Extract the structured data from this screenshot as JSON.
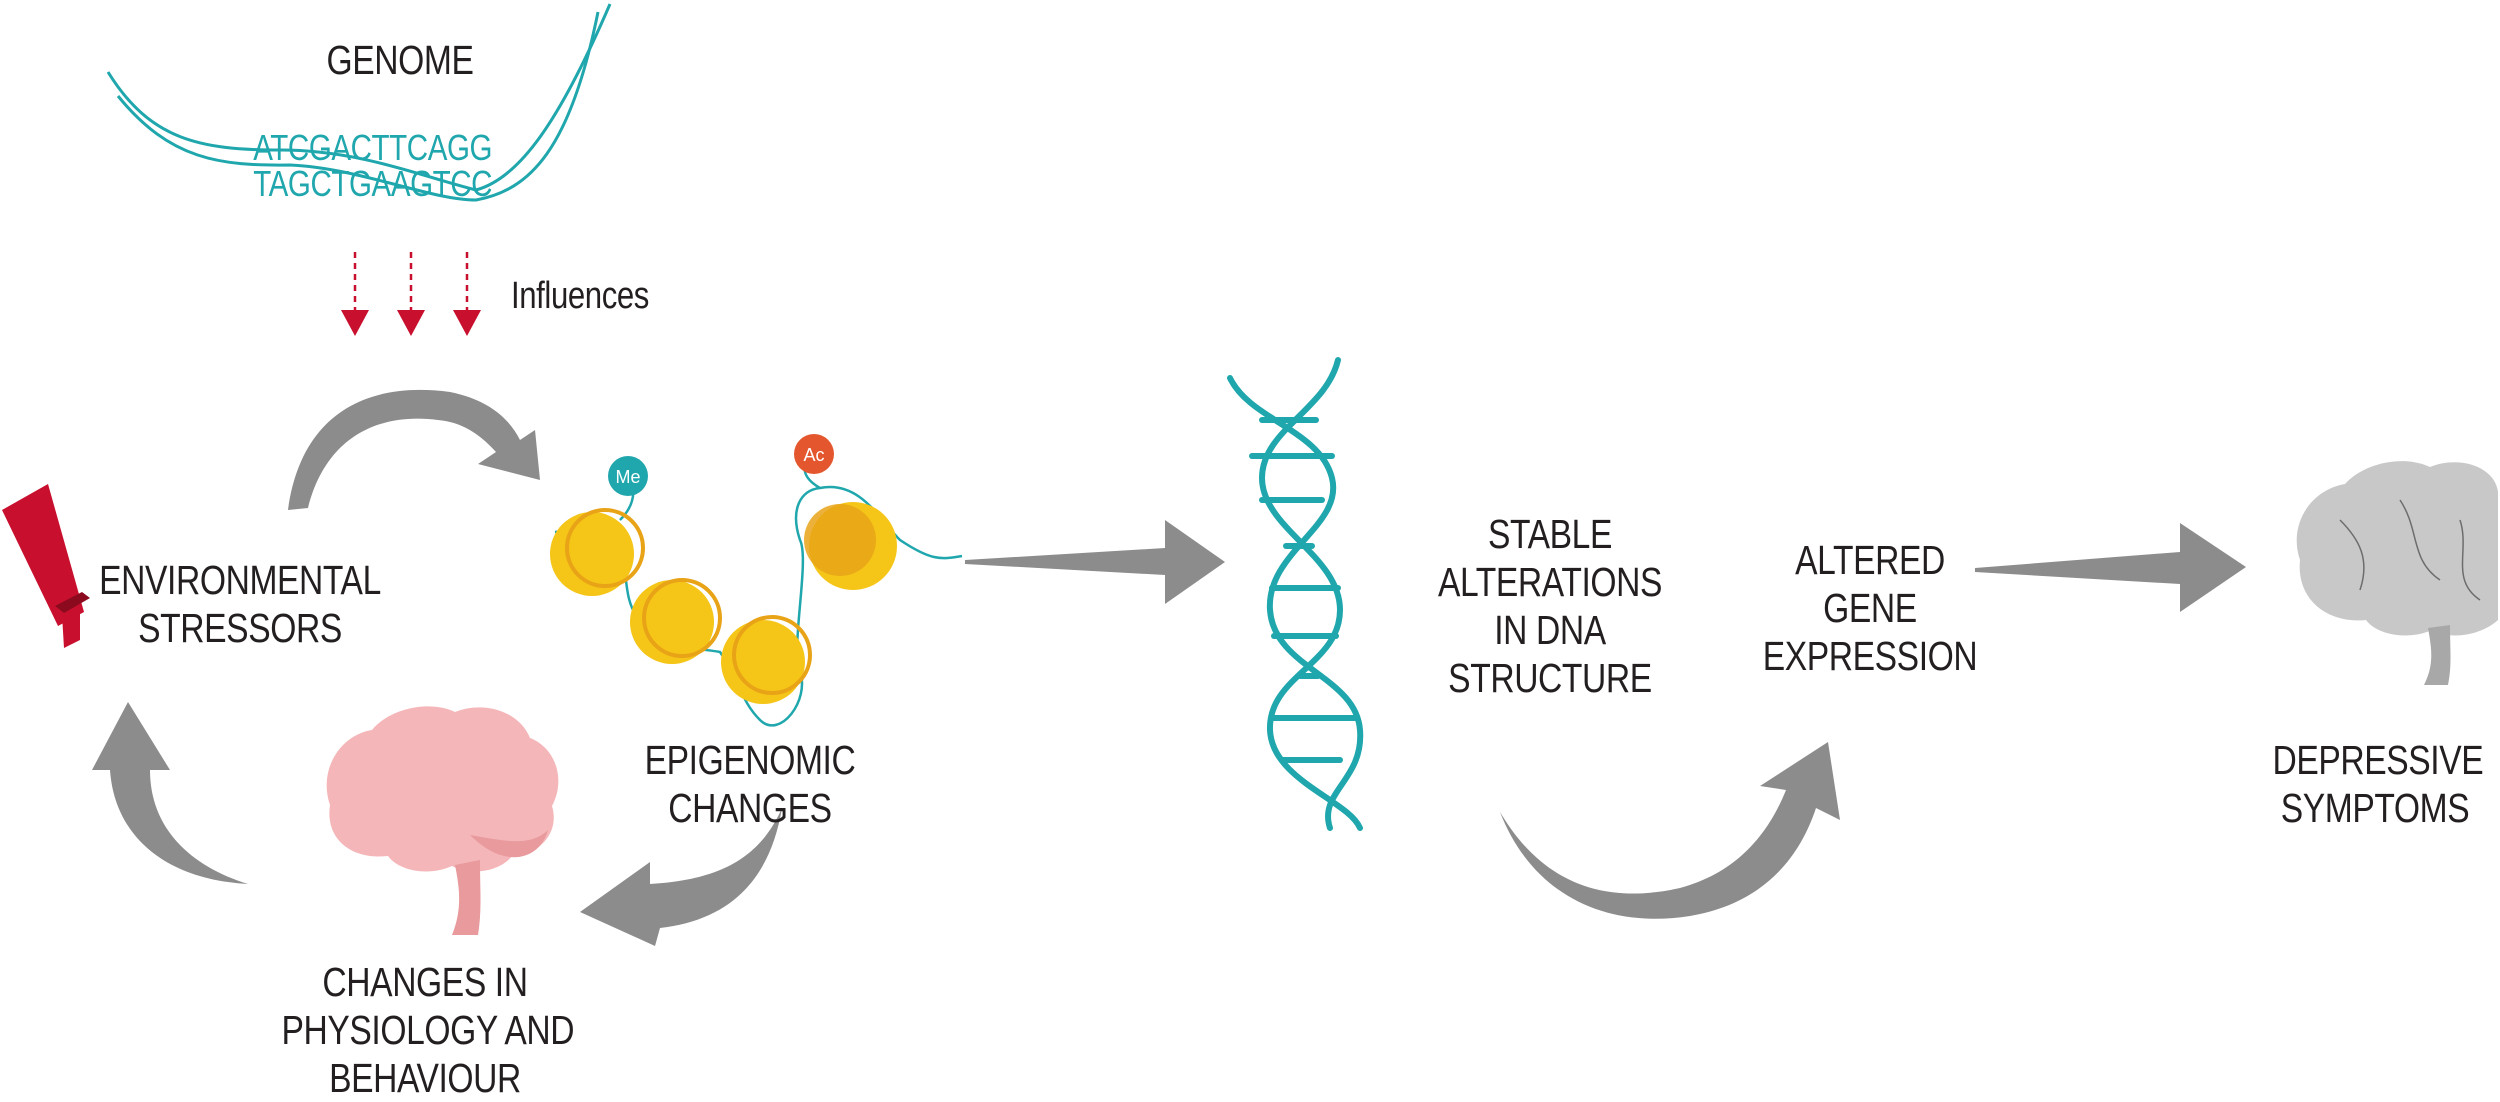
{
  "genome": {
    "title": "GENOME",
    "sequence_top": "ATCGACTTCAGG",
    "sequence_bottom": "TAGCTGAAGTCC"
  },
  "influences_label": "Influences",
  "environmental_stressors": [
    "ENVIRONMENTAL",
    "STRESSORS"
  ],
  "epigenomic_changes": "EPIGENOMIC CHANGES",
  "marks": {
    "methyl": "Me",
    "acetyl": "Ac"
  },
  "physiology_behaviour": [
    "CHANGES IN",
    "PHYSIOLOGY AND",
    "BEHAVIOUR"
  ],
  "dna_alterations": [
    "STABLE",
    "ALTERATIONS",
    "IN DNA",
    "STRUCTURE"
  ],
  "gene_expression": [
    "ALTERED",
    "GENE",
    "EXPRESSION"
  ],
  "depressive_symptoms": [
    "DEPRESSIVE",
    "SYMPTOMS"
  ],
  "colors": {
    "teal": "#1fa7ad",
    "red": "#c8102e",
    "gray_arrow": "#8c8c8c",
    "nucleosome": "#f5c518",
    "nucleosome_dark": "#e8a317",
    "brain_pink": "#f4b6b8",
    "brain_gray": "#c8c8c8",
    "stalk_pink": "#e89a9d",
    "text": "#231f20"
  }
}
